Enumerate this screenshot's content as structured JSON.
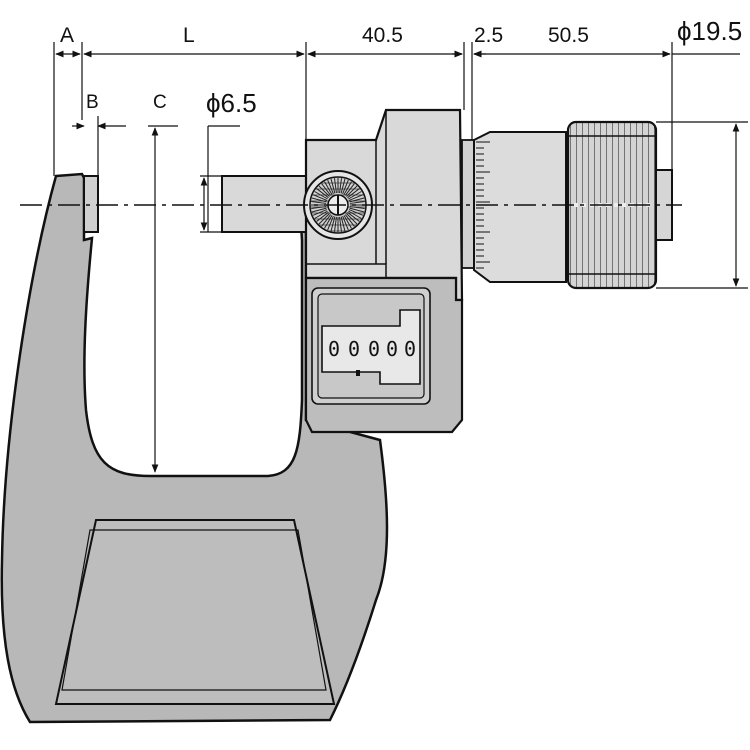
{
  "labels": {
    "A": "A",
    "L": "L",
    "B": "B",
    "C": "C",
    "d405": "40.5",
    "d25": "2.5",
    "d505": "50.5",
    "phi195": "ϕ19.5",
    "phi65": "ϕ6.5"
  },
  "counter": {
    "digits": [
      "0",
      "0",
      "0",
      "0",
      "0"
    ]
  },
  "colors": {
    "body_fill": "#b8b8b8",
    "part_fill": "#d9d9d9",
    "outline": "#111111"
  }
}
